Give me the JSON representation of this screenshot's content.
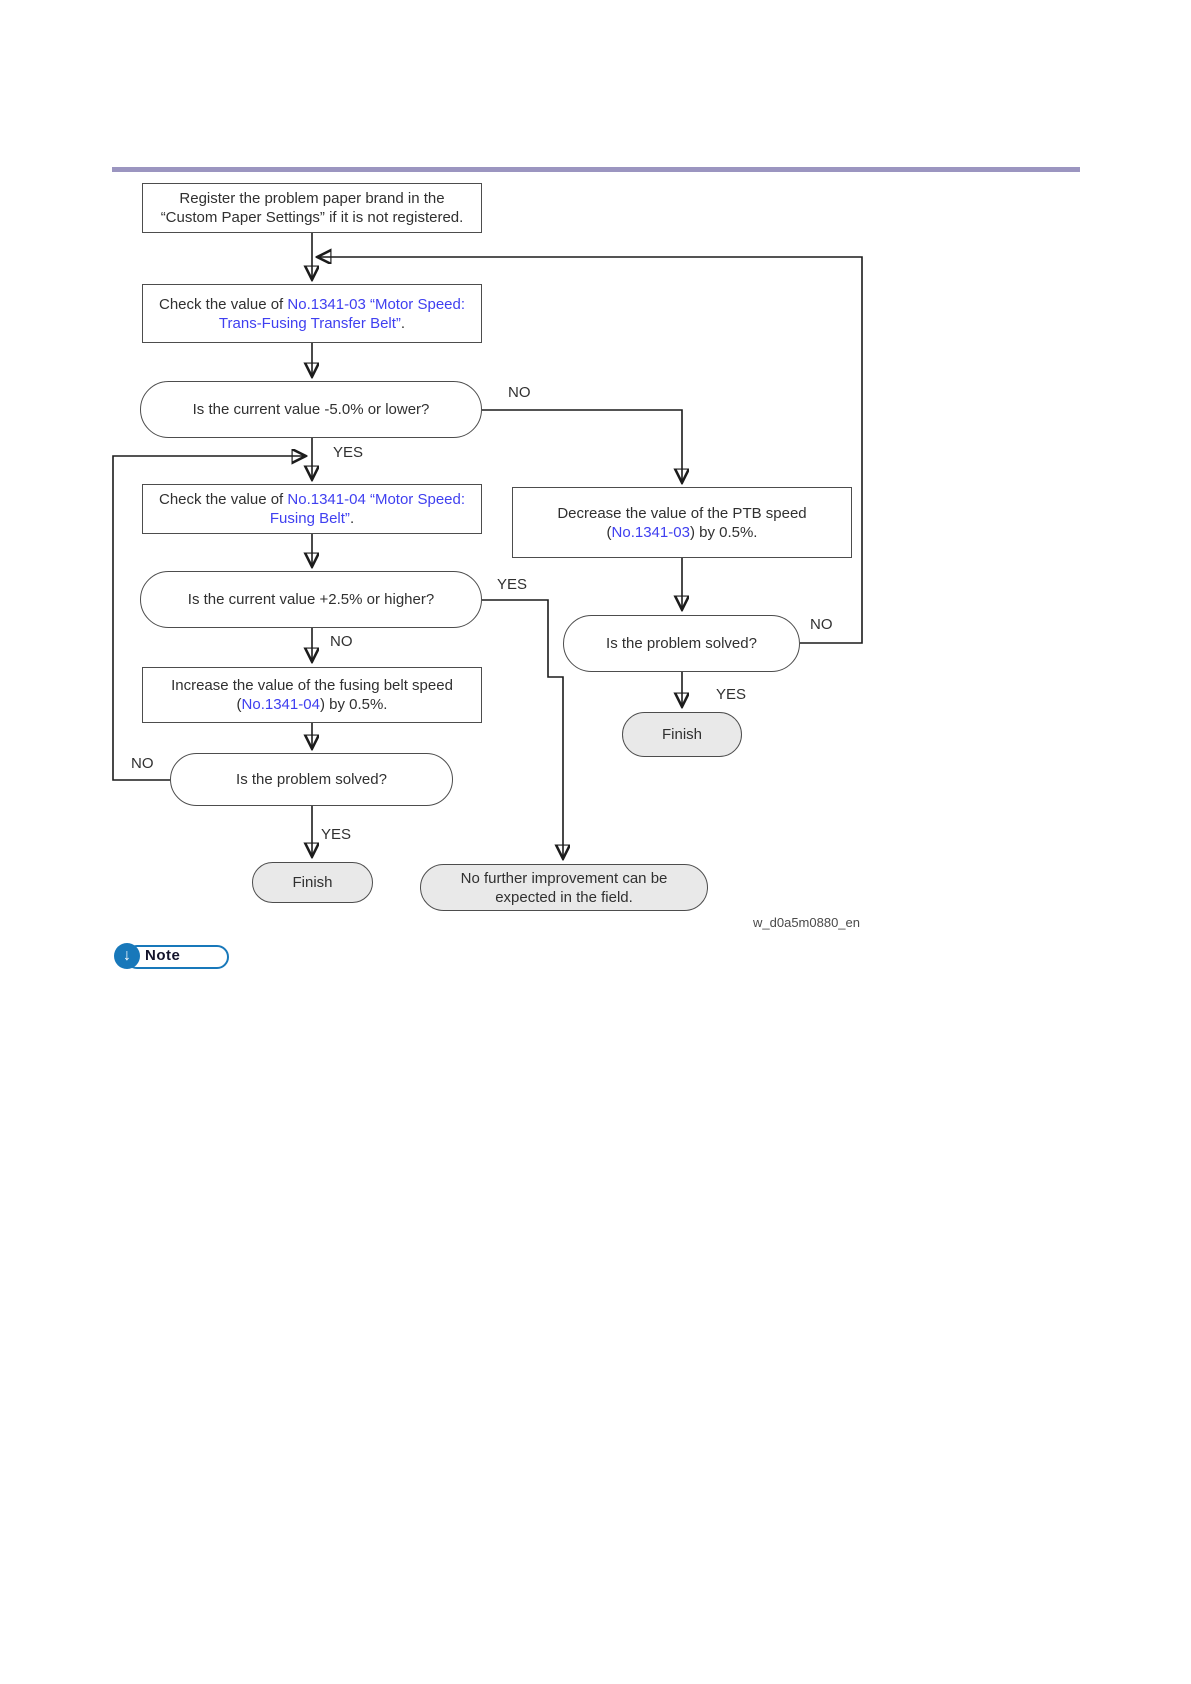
{
  "page": {
    "watermark": "w_d0a5m0880_en"
  },
  "note_badge": {
    "label": "Note"
  },
  "colors": {
    "divider_rule": "#9b95c0",
    "link_blue": "#3f3ff0",
    "node_border": "#4d4d4d",
    "terminal_fill": "#e9e9e9",
    "connector_line": "#1c1c1c",
    "note_badge_blue": "#1878ba"
  },
  "flowchart": {
    "nodes": {
      "register": {
        "text": "Register the problem paper brand in the “Custom Paper Settings” if it is not registered."
      },
      "check_1341_03": {
        "prefix": "Check the value of ",
        "link": "No.1341-03 “Motor Speed: Trans-Fusing Transfer Belt”",
        "suffix": "."
      },
      "is_minus_5": {
        "text": "Is the current value -5.0% or lower?"
      },
      "check_1341_04": {
        "prefix": "Check the value of ",
        "link": "No.1341-04 “Motor Speed: Fusing Belt”",
        "suffix": "."
      },
      "decrease_ptb": {
        "prefix": "Decrease the value of the PTB speed (",
        "link": "No.1341-03",
        "suffix": ") by 0.5%."
      },
      "is_plus_25": {
        "text": "Is the current value +2.5% or higher?"
      },
      "increase_fusing": {
        "prefix": "Increase the value of the fusing belt speed (",
        "link": "No.1341-04",
        "suffix": ") by 0.5%."
      },
      "is_solved_left": {
        "text": "Is the problem solved?"
      },
      "is_solved_right": {
        "text": "Is the problem solved?"
      },
      "finish_left": {
        "text": "Finish"
      },
      "finish_right": {
        "text": "Finish"
      },
      "no_improvement": {
        "text": "No further improvement can be expected in the field."
      }
    },
    "labels": {
      "minus5_no": "NO",
      "minus5_yes": "YES",
      "plus25_yes": "YES",
      "plus25_no": "NO",
      "solved_left_no": "NO",
      "solved_left_yes": "YES",
      "solved_right_no": "NO",
      "solved_right_yes": "YES"
    }
  }
}
